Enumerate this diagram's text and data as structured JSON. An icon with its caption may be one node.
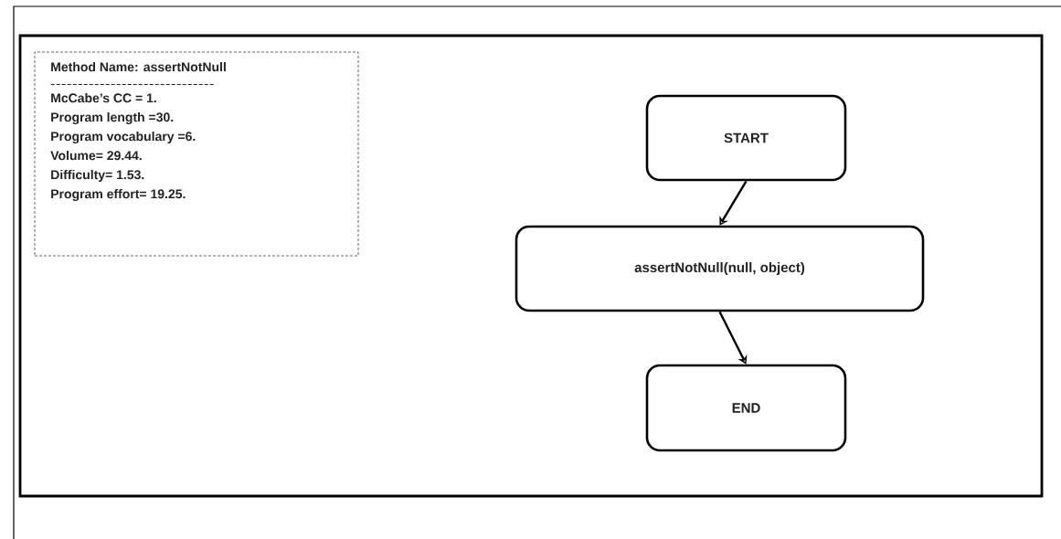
{
  "diagram": {
    "nodes": [
      {
        "text": [
          "Method Name: assertNotNull",
          "McCabe’s CC = 1.",
          "Program length =30.",
          "Program vocabulary =6.",
          "Volume= 29.44.",
          "Difficulty= 1.53.",
          "Program effort= 19.25."
        ]
      },
      {
        "text": [
          "START"
        ]
      },
      {
        "text": [
          "assertNotNull(null, object)"
        ]
      },
      {
        "text": [
          "END"
        ]
      }
    ],
    "edges": [
      {
        "from": 1,
        "to": 2,
        "arrow": "to"
      },
      {
        "from": 2,
        "to": 3,
        "arrow": "to"
      }
    ]
  }
}
